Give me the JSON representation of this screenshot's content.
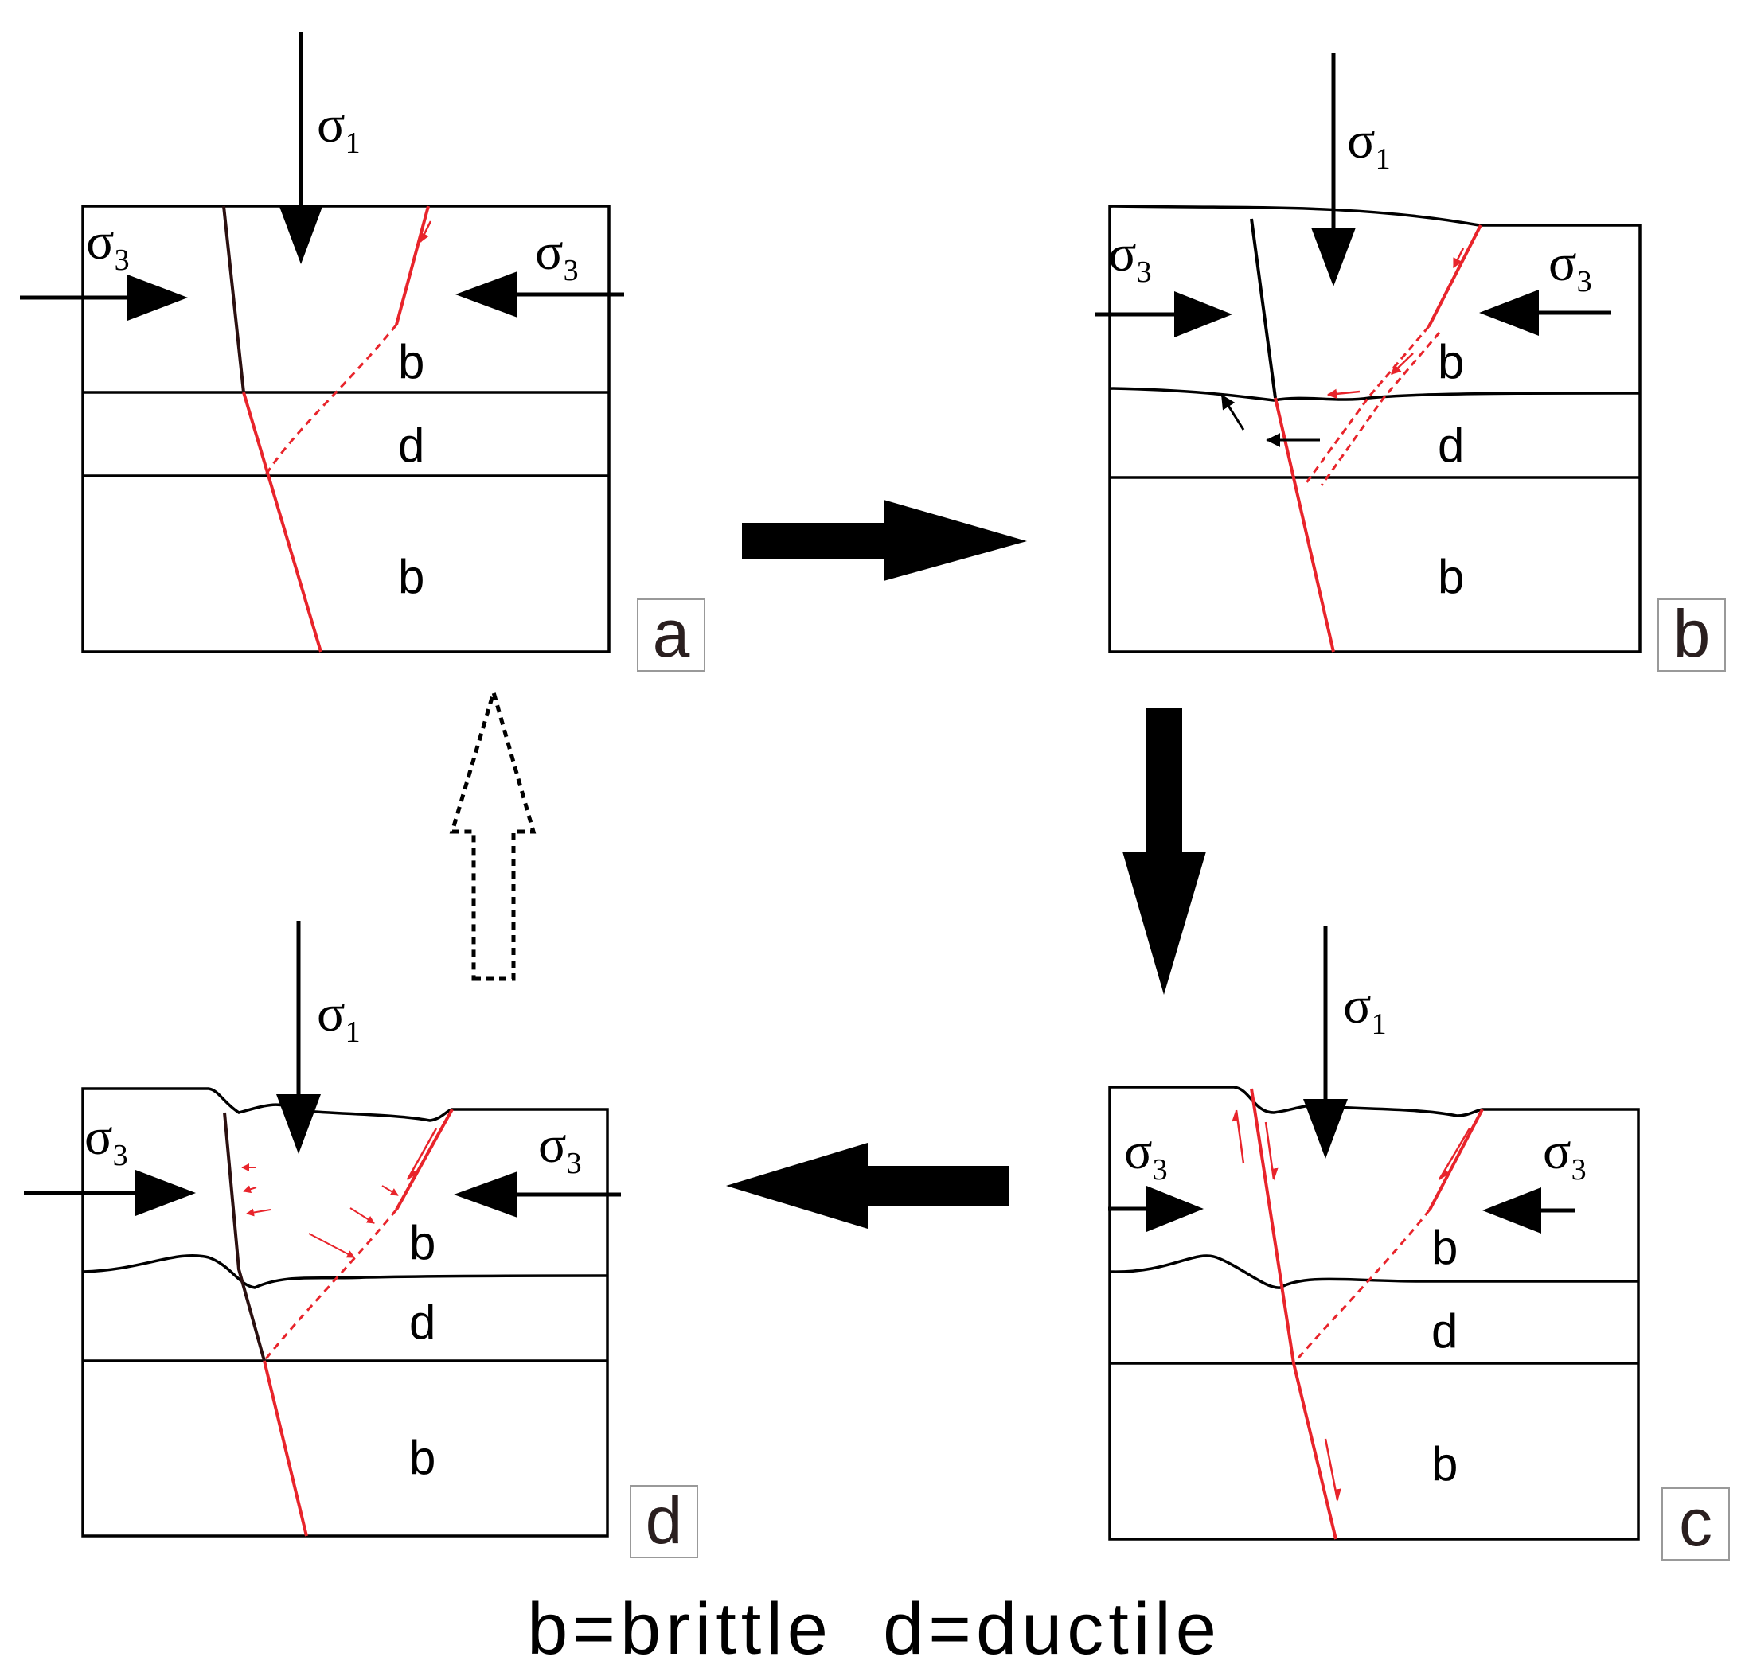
{
  "stress": {
    "sigma": "σ",
    "sub_1": "1",
    "sub_3": "3"
  },
  "layers": {
    "brittle_short": "b",
    "ductile_short": "d"
  },
  "panels": {
    "a": {
      "label": "a"
    },
    "b": {
      "label": "b"
    },
    "c": {
      "label": "c"
    },
    "d": {
      "label": "d"
    }
  },
  "legend": {
    "text": "b=brittle  d=ductile"
  },
  "colors": {
    "fault_red": "#e8242b",
    "line_black": "#000000"
  }
}
